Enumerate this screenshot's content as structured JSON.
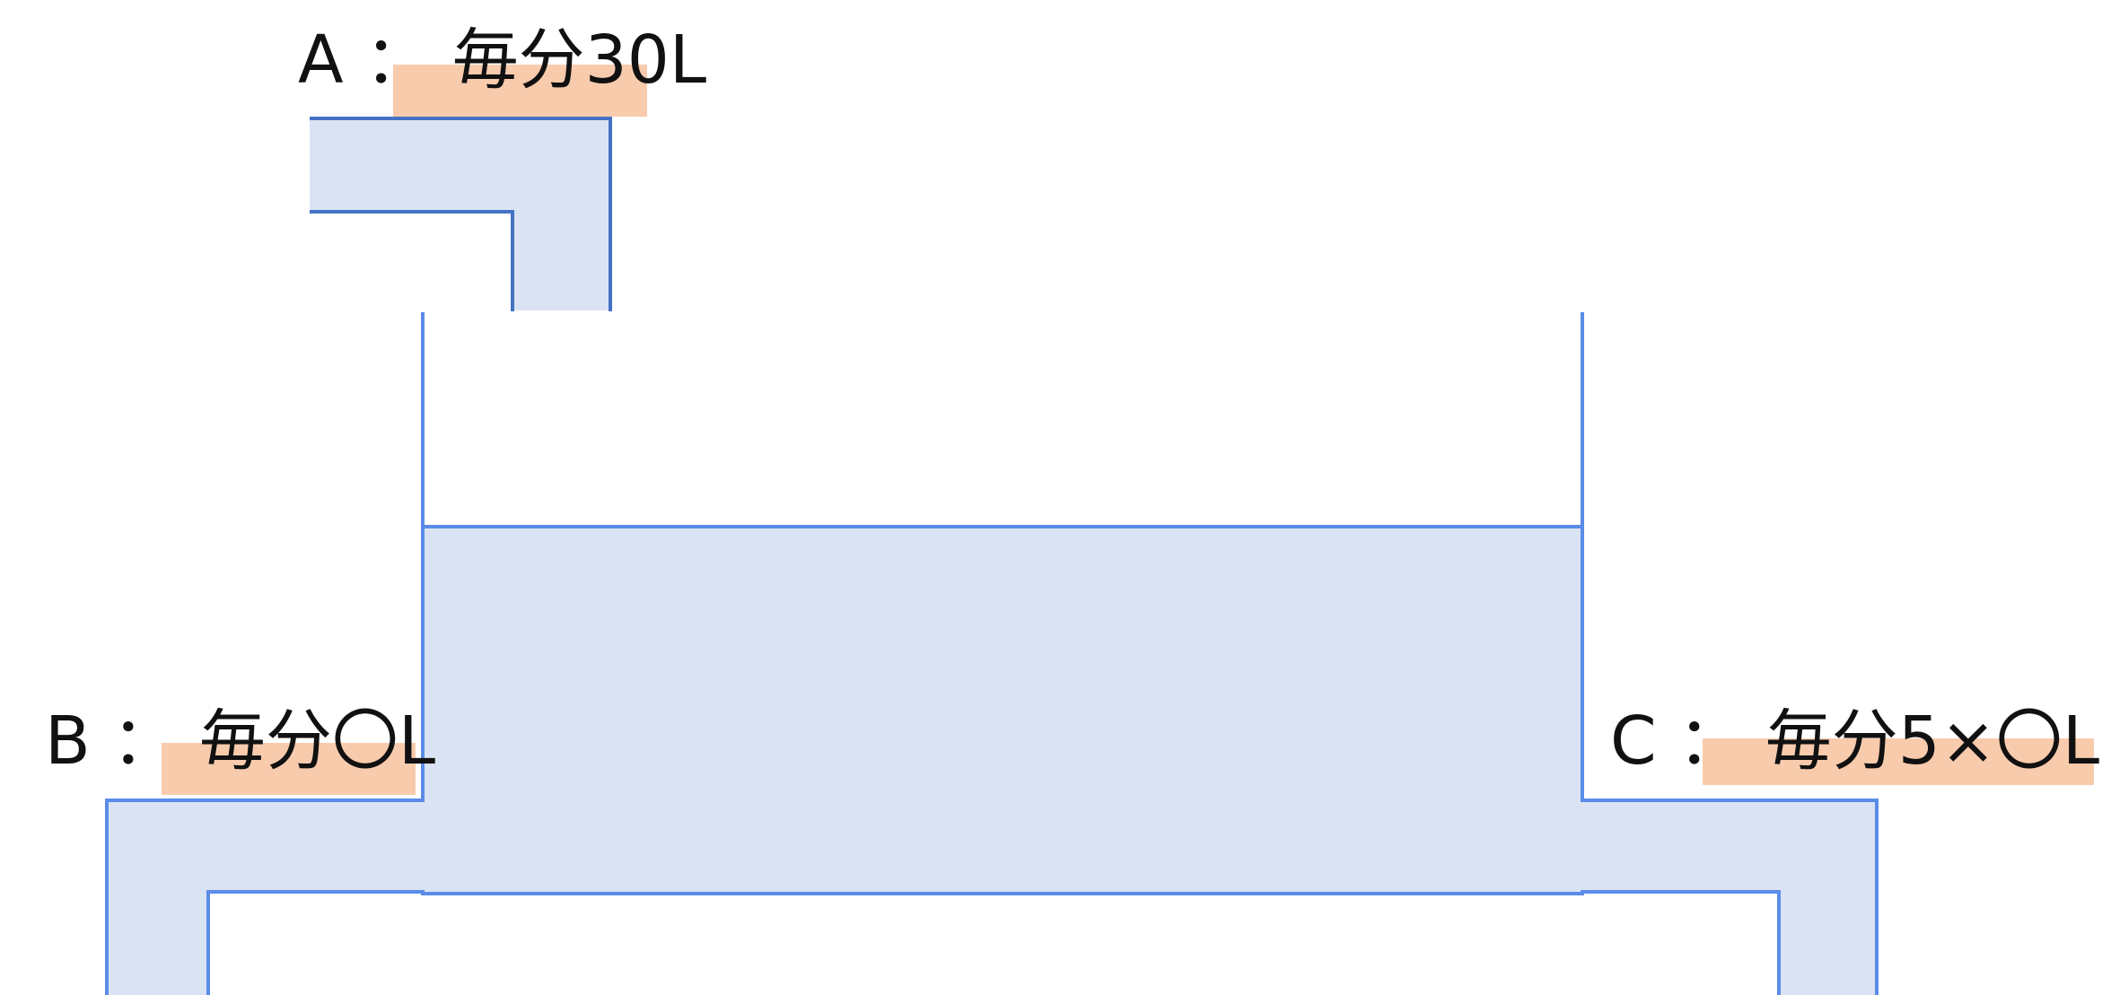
{
  "pipes": {
    "a": {
      "letter": "A",
      "separator": "：",
      "rate": "毎分30L"
    },
    "b": {
      "letter": "B",
      "separator": "：",
      "rate": "毎分〇L"
    },
    "c": {
      "letter": "C",
      "separator": "：",
      "rate": "毎分5×〇L"
    }
  },
  "colors": {
    "water": "#dae3f3",
    "wall": "#5a8ce8",
    "highlight": "#f8cbad"
  }
}
